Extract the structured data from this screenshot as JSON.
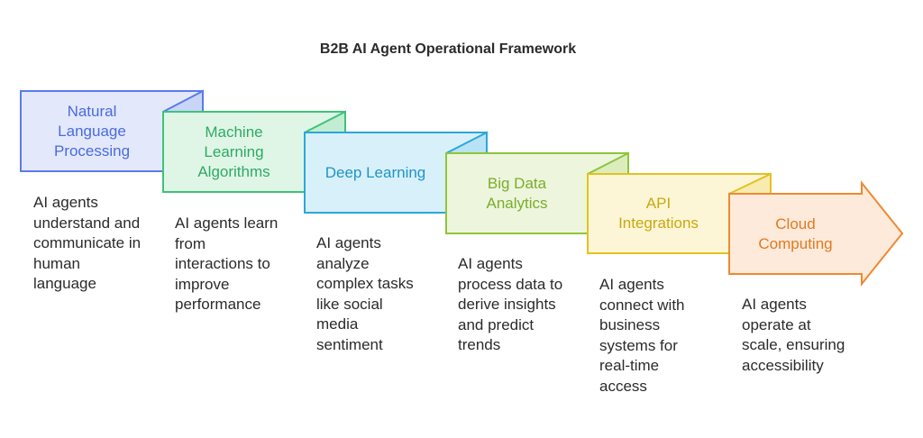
{
  "title": "B2B AI Agent Operational Framework",
  "stages": [
    {
      "label": "Natural\nLanguage\nProcessing",
      "description": "AI agents\nunderstand and\ncommunicate in\nhuman\nlanguage",
      "color": "#5b7bea",
      "fill": "#e3e9fb"
    },
    {
      "label": "Machine\nLearning\nAlgorithms",
      "description": "AI agents learn\nfrom\ninteractions to\nimprove\nperformance",
      "color": "#3ec37a",
      "fill": "#dff6e7"
    },
    {
      "label": "Deep Learning",
      "description": "AI agents\nanalyze\ncomplex tasks\nlike social\nmedia\nsentiment",
      "color": "#2ba8d9",
      "fill": "#d8f0fa"
    },
    {
      "label": "Big Data\nAnalytics",
      "description": "AI agents\nprocess data to\nderive insights\nand predict\ntrends",
      "color": "#8fc43b",
      "fill": "#edf6dc"
    },
    {
      "label": "API\nIntegrations",
      "description": "AI agents\nconnect with\nbusiness\nsystems for\nreal-time\naccess",
      "color": "#e3c21f",
      "fill": "#fcf6d6"
    },
    {
      "label": "Cloud\nComputing",
      "description": "AI agents\noperate at\nscale, ensuring\naccessibility",
      "color": "#ee8a32",
      "fill": "#fdeadb"
    }
  ]
}
